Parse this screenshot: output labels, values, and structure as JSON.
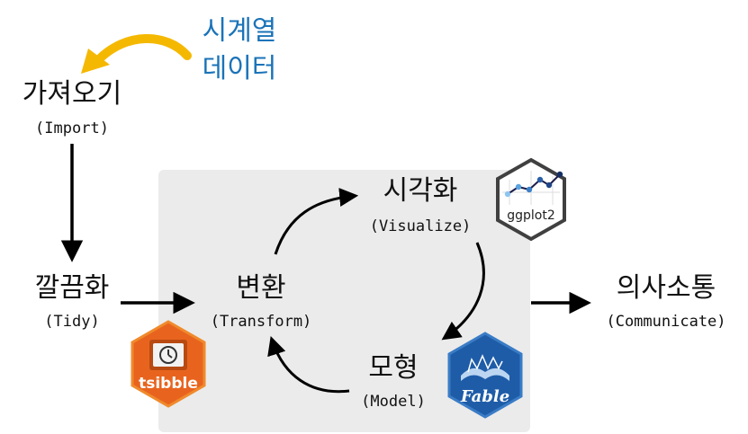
{
  "note": {
    "line1": "시계열",
    "line2": "데이터"
  },
  "nodes": {
    "import": {
      "title": "가져오기",
      "sub": "(Import)"
    },
    "tidy": {
      "title": "깔끔화",
      "sub": "(Tidy)"
    },
    "transform": {
      "title": "변환",
      "sub": "(Transform)"
    },
    "visualize": {
      "title": "시각화",
      "sub": "(Visualize)"
    },
    "model": {
      "title": "모형",
      "sub": "(Model)"
    },
    "communicate": {
      "title": "의사소통",
      "sub": "(Communicate)"
    }
  },
  "logos": {
    "ggplot2": {
      "text": "ggplot2",
      "icon": "ggplot2-hex-logo"
    },
    "tsibble": {
      "text": "tsibble",
      "icon": "tsibble-hex-logo"
    },
    "fable": {
      "text": "Fable",
      "icon": "fable-hex-logo"
    }
  },
  "colors": {
    "note": "#1a73b8",
    "arrow_orange": "#f5b800",
    "panel": "#ebebeb",
    "tsibble": "#e8641e",
    "fable": "#1e5ca8"
  }
}
